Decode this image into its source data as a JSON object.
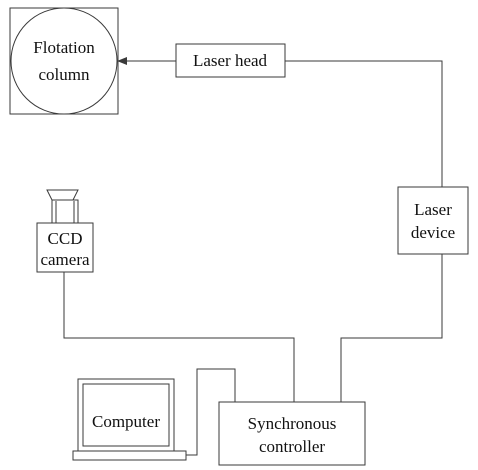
{
  "diagram": {
    "flotation_column": {
      "line1": "Flotation",
      "line2": "column"
    },
    "laser_head": {
      "label": "Laser head"
    },
    "laser_device": {
      "line1": "Laser",
      "line2": "device"
    },
    "ccd_camera": {
      "line1": "CCD",
      "line2": "camera"
    },
    "computer": {
      "label": "Computer"
    },
    "synchronous_controller": {
      "line1": "Synchronous",
      "line2": "controller"
    },
    "colors": {
      "stroke": "#3a3a3a",
      "text": "#111111",
      "background": "#ffffff"
    }
  }
}
